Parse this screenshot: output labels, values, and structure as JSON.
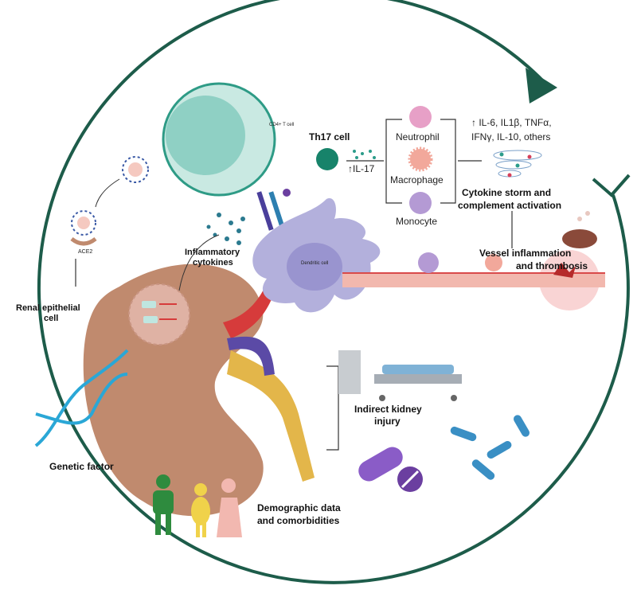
{
  "colors": {
    "ring": "#1d5c4a",
    "kidney": "#c08a6e",
    "cd4_cell": "#bfe3dc",
    "dendritic_cell": "#b3b0dc",
    "th17_cell": "#17836a",
    "neutrophil": "#e7a0c7",
    "macrophage": "#f2a89b",
    "monocyte": "#b49ad4",
    "vessel": "#f2b8ae",
    "dna": "#2aa7d6"
  },
  "labels": {
    "cd4_cell": "CD4+ T cell",
    "dendritic_cell": "Dendritic cell",
    "th17_cell": "Th17 cell",
    "il17": "↑IL-17",
    "neutrophil": "Neutrophil",
    "macrophage": "Macrophage",
    "monocyte": "Monocyte",
    "cytokines_line1": "↑ IL-6, IL1β, TNFα,",
    "cytokines_line2": "IFNγ, IL-10, others",
    "storm_line1": "Cytokine storm  and",
    "storm_line2": "complement activation",
    "ace2": "ACE2",
    "renal_line1": "Renal epithelial",
    "renal_line2": "cell",
    "inflam_line1": "Inflammatory",
    "inflam_line2": "cytokines",
    "vessel_line1": "Vessel inflammation",
    "vessel_line2": "and thrombosis",
    "indirect_line1": "Indirect kidney",
    "indirect_line2": "injury",
    "genetic": "Genetic factor",
    "demo_line1": "Demographic data",
    "demo_line2": "and comorbidities"
  }
}
